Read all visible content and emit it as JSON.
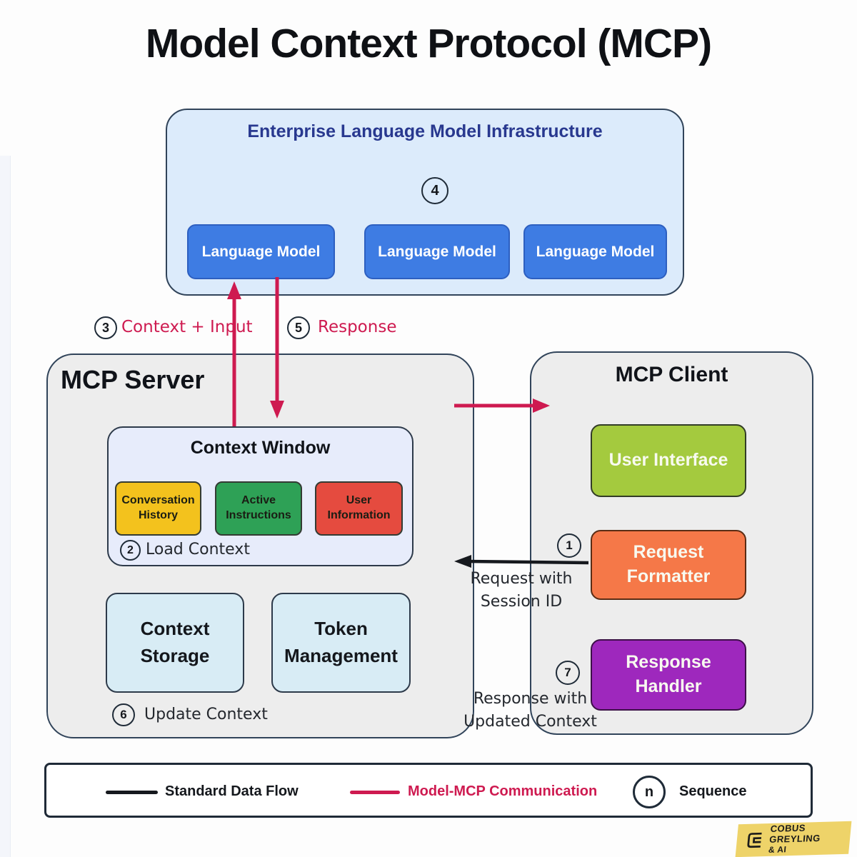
{
  "title": "Model Context Protocol (MCP)",
  "enterprise": {
    "title": "Enterprise Language Model Infrastructure",
    "sequence_num": "4",
    "models": [
      {
        "label": "Language Model"
      },
      {
        "label": "Language Model"
      },
      {
        "label": "Language Model"
      }
    ]
  },
  "flows": {
    "context_input": {
      "num": "3",
      "label": "Context + Input"
    },
    "response": {
      "num": "5",
      "label": "Response"
    }
  },
  "server": {
    "title": "MCP Server",
    "context_window": {
      "title": "Context Window",
      "chips": [
        {
          "label": "Conversation History",
          "color": "#F3C21D"
        },
        {
          "label": "Active Instructions",
          "color": "#2EA156"
        },
        {
          "label": "User Information",
          "color": "#E54B3F"
        }
      ],
      "load_context": {
        "num": "2",
        "label": "Load Context"
      }
    },
    "storage_label": "Context Storage",
    "token_label": "Token Management",
    "update_context": {
      "num": "6",
      "label": "Update Context"
    }
  },
  "client": {
    "title": "MCP Client",
    "user_interface": {
      "label": "User Interface",
      "color": "#A4CA3E"
    },
    "request_formatter": {
      "label": "Request Formatter",
      "color": "#F57848",
      "num": "1"
    },
    "response_handler": {
      "label": "Response Handler",
      "color": "#9E28BD",
      "num": "7"
    }
  },
  "messages": {
    "request": {
      "line1": "Request with",
      "line2": "Session ID"
    },
    "response": {
      "line1": "Response with",
      "line2": "Updated Context"
    }
  },
  "legend": {
    "standard_label": "Standard Data Flow",
    "model_mcp_label": "Model-MCP Communication",
    "sequence_symbol": "n",
    "sequence_label": "Sequence"
  },
  "branding": {
    "line1": "COBUS GREYLING",
    "line2": "& AI"
  },
  "colors": {
    "accent_red": "#CE1A50",
    "flow_black": "#16191E",
    "model_blue": "#3E7CE3",
    "enterprise_bg": "#DCEBFB",
    "panel_bg": "#EDEDED",
    "context_window_bg": "#E7ECFB",
    "storage_bg": "#D8ECF5",
    "logo_yellow": "#EED369"
  }
}
